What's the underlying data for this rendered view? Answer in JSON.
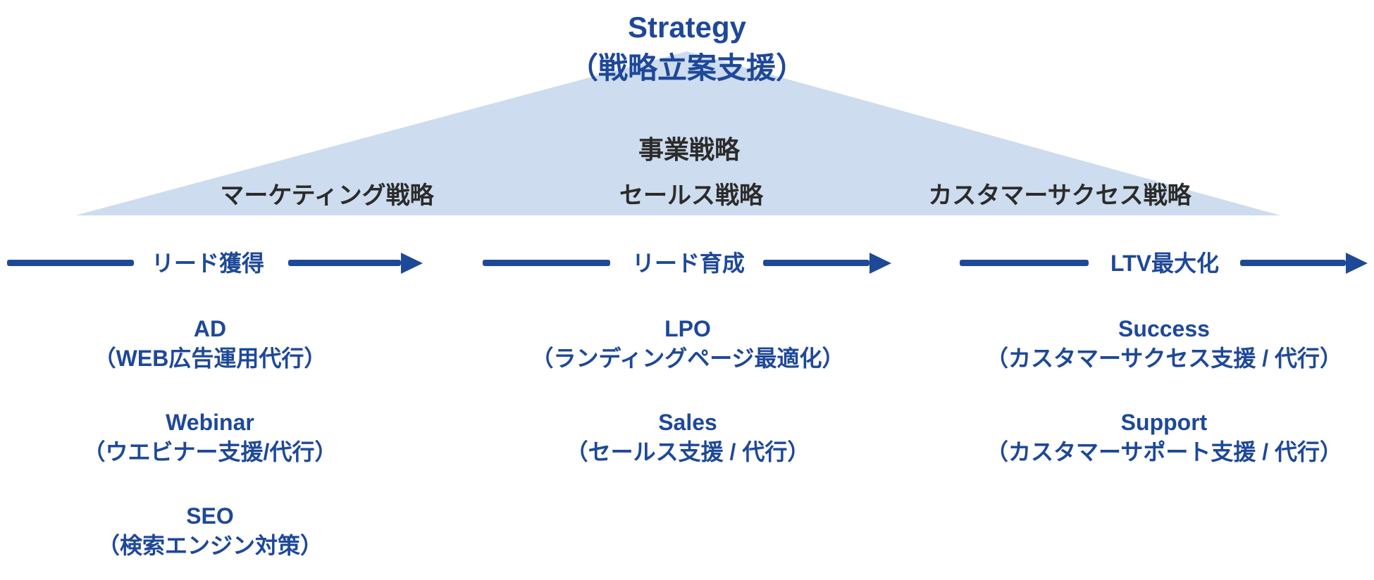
{
  "diagram": {
    "title": {
      "en": "Strategy",
      "ja": "（戦略立案支援）"
    },
    "pyramid": {
      "apex_label": "事業戦略",
      "layers": [
        {
          "label": "マーケティング戦略"
        },
        {
          "label": "セールス戦略"
        },
        {
          "label": "カスタマーサクセス戦略"
        }
      ]
    },
    "stages": [
      {
        "label": "リード獲得"
      },
      {
        "label": "リード育成"
      },
      {
        "label": "LTV最大化"
      }
    ],
    "service_columns": [
      {
        "services": [
          {
            "name": "AD",
            "detail": "（WEB広告運用代行）"
          },
          {
            "name": "Webinar",
            "detail": "（ウエビナー支援/代行）"
          },
          {
            "name": "SEO",
            "detail": "（検索エンジン対策）"
          }
        ]
      },
      {
        "services": [
          {
            "name": "LPO",
            "detail": "（ランディングページ最適化）"
          },
          {
            "name": "Sales",
            "detail": "（セールス支援 / 代行）"
          }
        ]
      },
      {
        "services": [
          {
            "name": "Success",
            "detail": "（カスタマーサクセス支援 / 代行）"
          },
          {
            "name": "Support",
            "detail": "（カスタマーサポート支援 / 代行）"
          }
        ]
      }
    ]
  },
  "colors": {
    "accent_blue": "#1e4898",
    "triangle_fill": "#cddcee",
    "dark_text": "#2b2b2b"
  }
}
